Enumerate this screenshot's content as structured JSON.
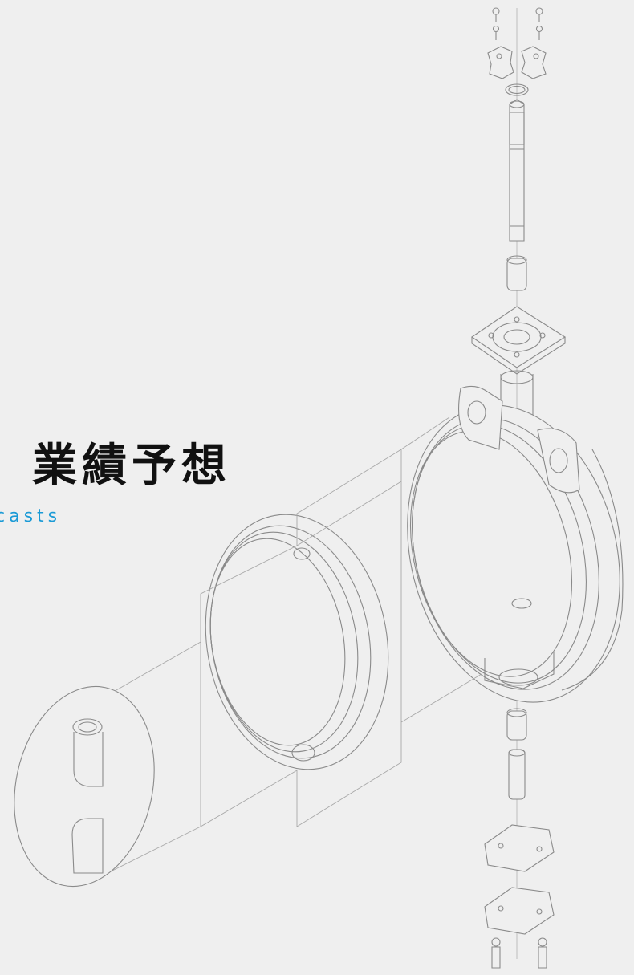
{
  "hero": {
    "title": "業績予想",
    "subtitle": "casts",
    "illustration": "exploded-butterfly-valve-drawing"
  },
  "colors": {
    "background": "#efefef",
    "title": "#111111",
    "subtitle": "#1a9ad6",
    "line": "#8a8a8a"
  }
}
